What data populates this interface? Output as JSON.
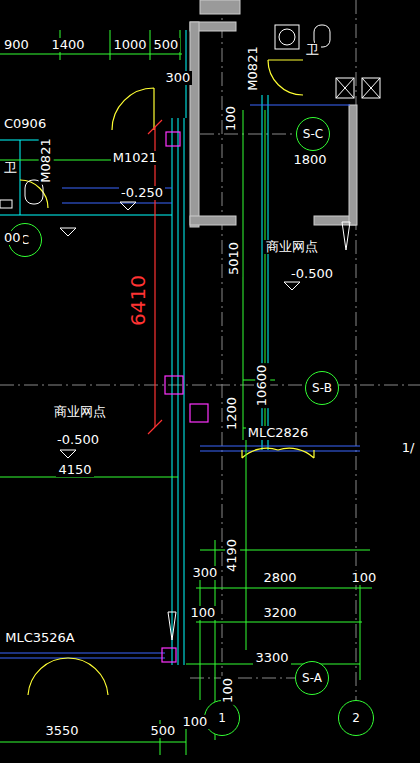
{
  "diagram": {
    "nodes": [
      {
        "text": [
          "S-C"
        ]
      },
      {
        "text": [
          "C"
        ]
      },
      {
        "text": [
          "S-B"
        ]
      },
      {
        "text": [
          "S-A"
        ]
      },
      {
        "text": [
          "1"
        ]
      },
      {
        "text": [
          "2"
        ]
      }
    ],
    "labels": [
      "900",
      "1400",
      "1000",
      "500",
      "卫",
      "M0821",
      "300",
      "C0906",
      "100",
      "M1021",
      "M0821",
      "卫",
      "1800",
      "-0.250",
      "00",
      "商业网点",
      "5010",
      "-0.500",
      "6410",
      "10600",
      "商业网点",
      "1200",
      "MLC2826",
      "-0.500",
      "1/",
      "4150",
      "4190",
      "300",
      "2800",
      "100",
      "100",
      "3200",
      "MLC3526A",
      "3300",
      "100",
      "3550",
      "500",
      "100"
    ]
  }
}
